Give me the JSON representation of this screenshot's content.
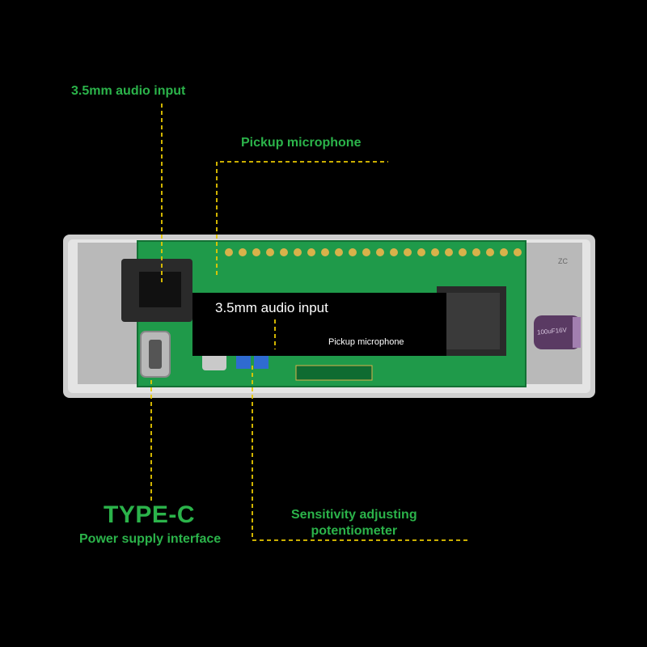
{
  "colors": {
    "background": "#000000",
    "label_green": "#2bb34a",
    "leader_line": "#e8c800",
    "pcb_green": "#1f9a4a",
    "enclosure": "#dcdcdc"
  },
  "callouts": {
    "audio_input": "3.5mm audio input",
    "pickup_microphone": "Pickup microphone",
    "type_c": "TYPE-C",
    "power_supply": "Power supply interface",
    "sensitivity_line1": "Sensitivity adjusting",
    "sensitivity_line2": "potentiometer"
  },
  "overlay": {
    "audio_input": "3.5mm audio input",
    "pickup_microphone": "Pickup microphone"
  },
  "board": {
    "capacitor_marking": "100uF16V",
    "silkscreen_top_right": "ZC"
  }
}
